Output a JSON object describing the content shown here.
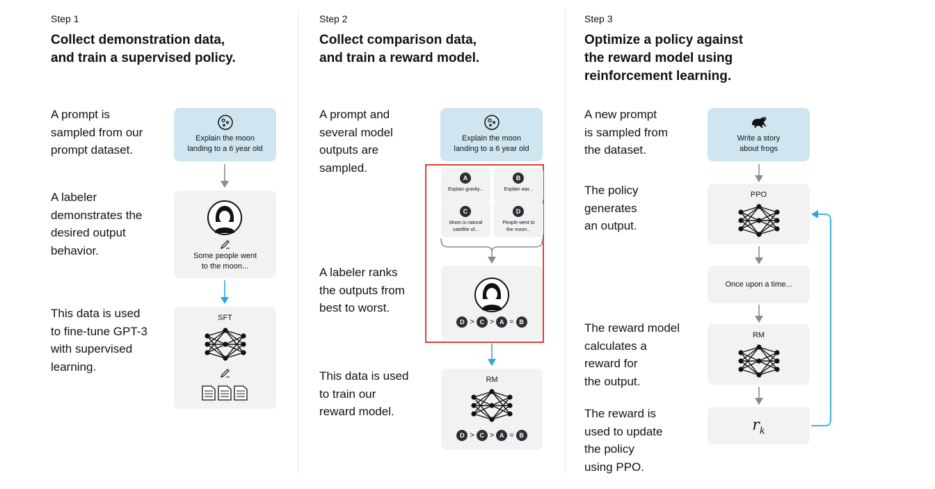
{
  "steps": [
    {
      "label": "Step 1",
      "title": "Collect demonstration data,\nand train a supervised policy.",
      "descriptions": [
        "A prompt is\nsampled from our\nprompt dataset.",
        "A labeler\ndemonstrates the\ndesired output\nbehavior.",
        "This data is used\nto fine-tune GPT-3\nwith supervised\nlearning."
      ],
      "prompt_text": "Explain the moon\nlanding to a 6 year old",
      "demo_text": "Some people went\nto the moon...",
      "model_label": "SFT"
    },
    {
      "label": "Step 2",
      "title": "Collect comparison data,\nand train a reward model.",
      "descriptions": [
        "A prompt and\nseveral model\noutputs are\nsampled.",
        "A labeler ranks\nthe outputs from\nbest to worst.",
        "This data is used\nto train our\nreward model."
      ],
      "prompt_text": "Explain the moon\nlanding to a 6 year old",
      "outputs": [
        {
          "letter": "A",
          "text": "Explain gravity..."
        },
        {
          "letter": "B",
          "text": "Explain war..."
        },
        {
          "letter": "C",
          "text": "Moon is natural\nsatellite of..."
        },
        {
          "letter": "D",
          "text": "People went to\nthe moon..."
        }
      ],
      "ranking": [
        "D",
        ">",
        "C",
        ">",
        "A",
        "=",
        "B"
      ],
      "model_label": "RM"
    },
    {
      "label": "Step 3",
      "title": "Optimize a policy against\nthe reward model using\nreinforcement learning.",
      "descriptions": [
        "A new prompt\nis sampled from\nthe dataset.",
        "The policy\ngenerates\nan output.",
        "The reward model\ncalculates a\nreward for\nthe output.",
        "The reward is\nused to update\nthe policy\nusing PPO."
      ],
      "prompt_text": "Write a story\nabout frogs",
      "policy_label": "PPO",
      "output_text": "Once upon a time...",
      "reward_model_label": "RM",
      "reward_symbol": "r",
      "reward_subscript": "k"
    }
  ],
  "colors": {
    "prompt_box": "#cfe6f1",
    "card": "#f2f2f2",
    "arrow_gray": "#8a8a96",
    "arrow_blue": "#27a8e0",
    "highlight_red": "#e43a3a",
    "badge": "#2d2d38"
  },
  "icons": [
    "moon-icon",
    "person-avatar-icon",
    "pencil-icon",
    "neural-network-icon",
    "document-icon",
    "frog-icon"
  ]
}
